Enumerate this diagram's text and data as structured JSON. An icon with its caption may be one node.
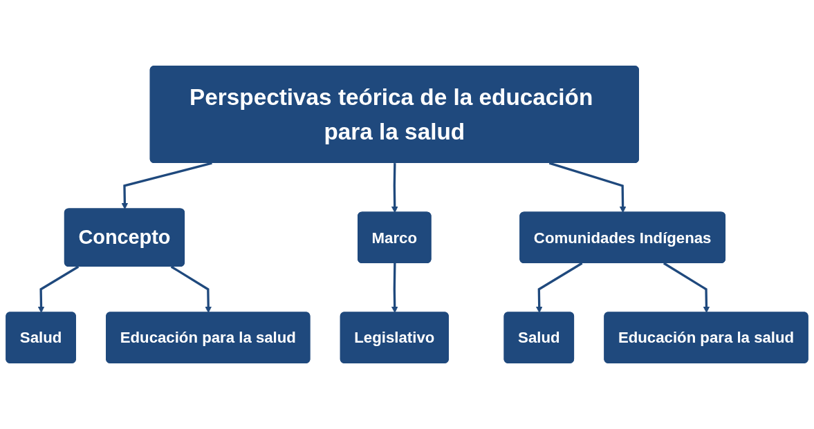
{
  "diagram": {
    "nodes": [
      {
        "text": [
          "Perspectivas teórica de la educación para la salud"
        ]
      },
      {
        "text": [
          "Concepto"
        ]
      },
      {
        "text": [
          "Marco"
        ]
      },
      {
        "text": [
          "Comunidades Indígenas"
        ]
      },
      {
        "text": [
          "Salud"
        ]
      },
      {
        "text": [
          "Educación para la salud"
        ]
      },
      {
        "text": [
          "Legislativo"
        ]
      },
      {
        "text": [
          "Salud"
        ]
      },
      {
        "text": [
          "Educación para la salud"
        ]
      }
    ],
    "edges": [
      {
        "from": 0,
        "to": 1,
        "arrow": "to"
      },
      {
        "from": 0,
        "to": 2,
        "arrow": "to"
      },
      {
        "from": 0,
        "to": 3,
        "arrow": "to"
      },
      {
        "from": 1,
        "to": 4,
        "arrow": "to"
      },
      {
        "from": 1,
        "to": 5,
        "arrow": "to"
      },
      {
        "from": 2,
        "to": 6,
        "arrow": "to"
      },
      {
        "from": 3,
        "to": 7,
        "arrow": "to"
      },
      {
        "from": 3,
        "to": 8,
        "arrow": "to"
      }
    ]
  }
}
